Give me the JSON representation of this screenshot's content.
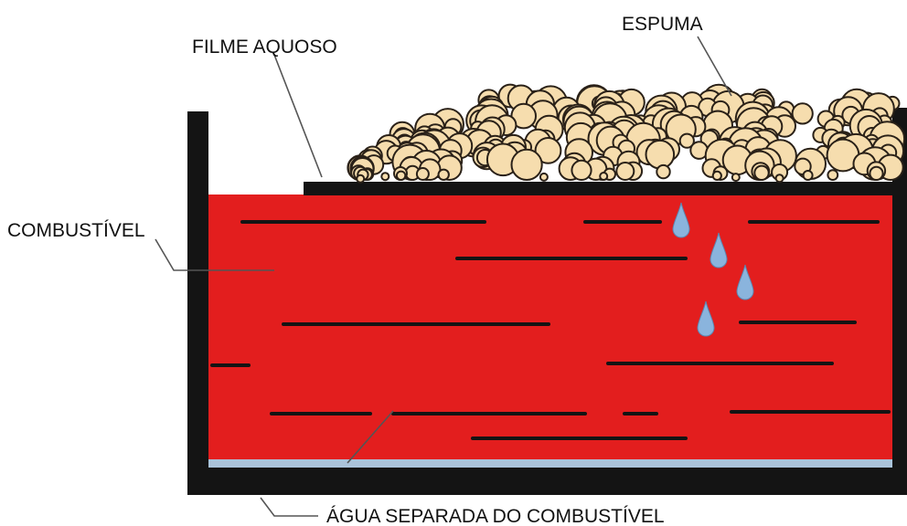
{
  "labels": {
    "foam": "ESPUMA",
    "aqueous_film": "FILME AQUOSO",
    "fuel": "COMBUSTÍVEL",
    "separated_water": "ÁGUA SEPARADA DO COMBUSTÍVEL"
  },
  "colors": {
    "fuel": "#e31e1e",
    "tank": "#141414",
    "bubble_fill": "#f6ddae",
    "bubble_stroke": "#2a2118",
    "water_layer": "#aac3da",
    "droplet": "#8ab4dd",
    "leader_line": "#555555"
  },
  "icons": {
    "droplet": "water-droplet-icon",
    "bubble": "foam-bubble-icon"
  }
}
